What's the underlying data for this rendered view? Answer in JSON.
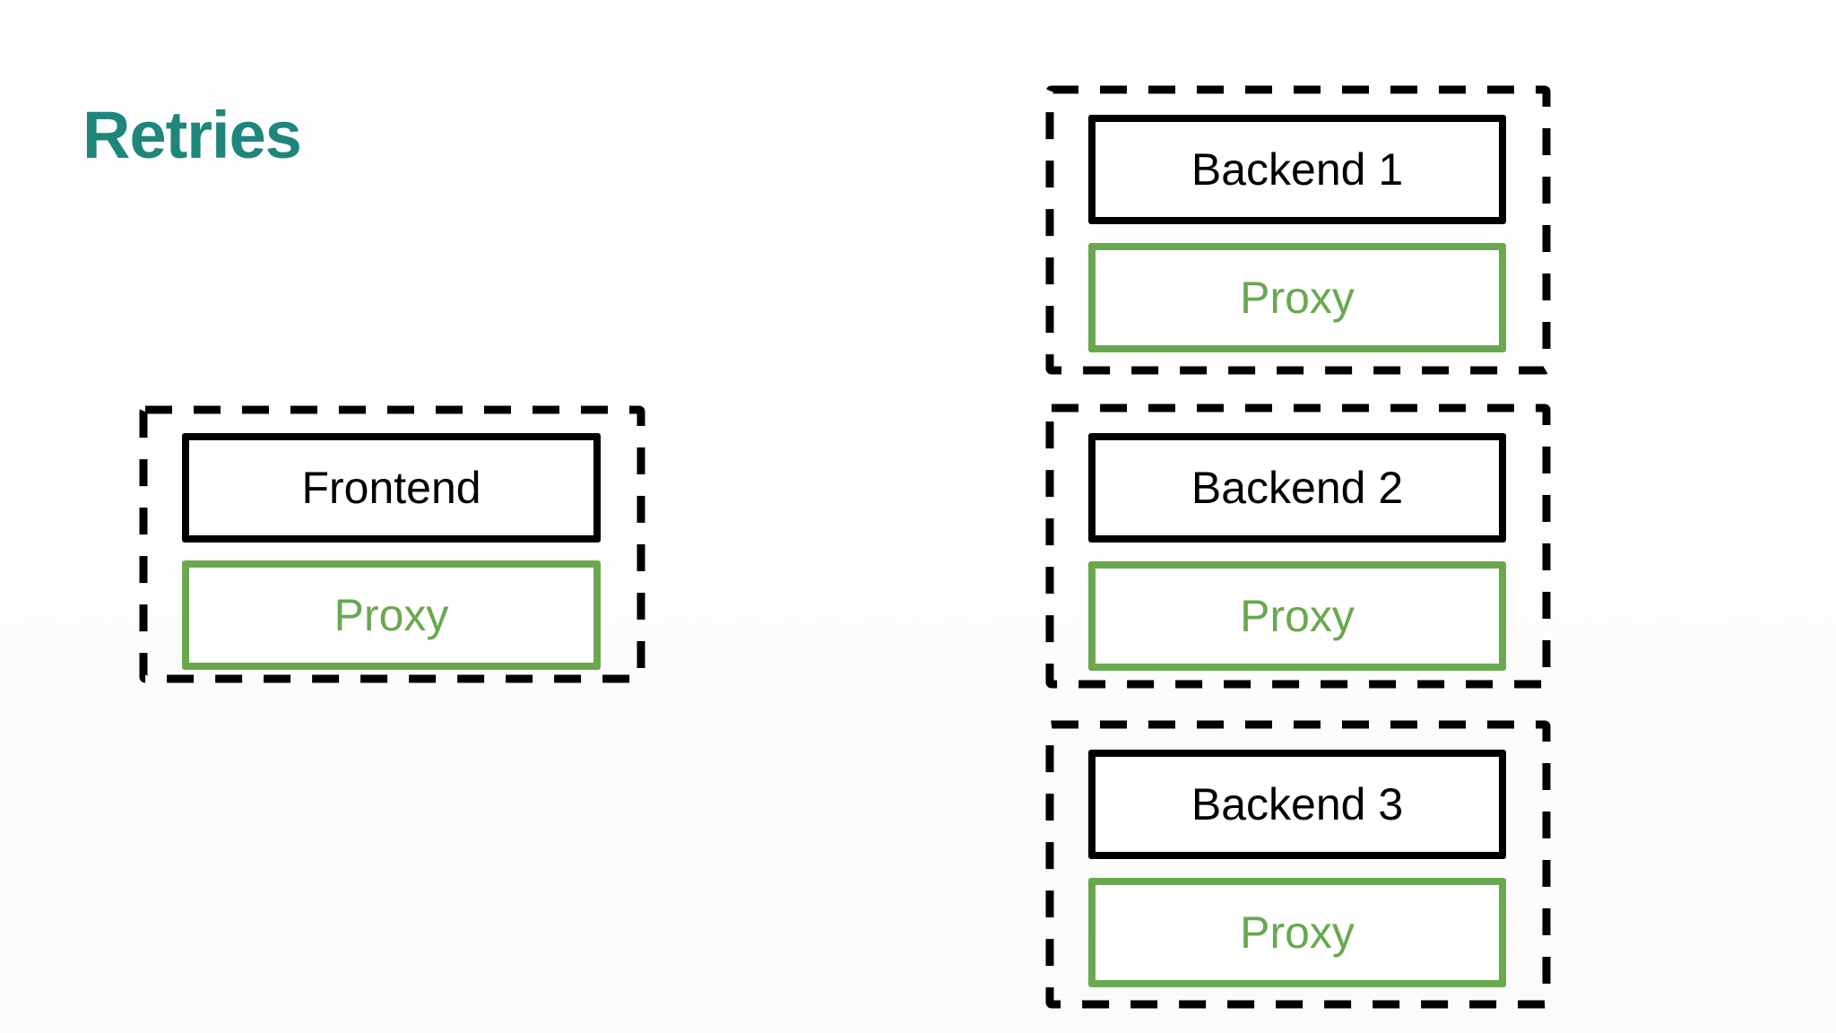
{
  "slide": {
    "title": "Retries"
  },
  "colors": {
    "title_teal": "#1e867a",
    "proxy_green": "#6aa84f",
    "outline_black": "#000000",
    "background": "#ffffff"
  },
  "frontend": {
    "service_label": "Frontend",
    "proxy_label": "Proxy"
  },
  "backends": [
    {
      "service_label": "Backend 1",
      "proxy_label": "Proxy"
    },
    {
      "service_label": "Backend 2",
      "proxy_label": "Proxy"
    },
    {
      "service_label": "Backend 3",
      "proxy_label": "Proxy"
    }
  ]
}
